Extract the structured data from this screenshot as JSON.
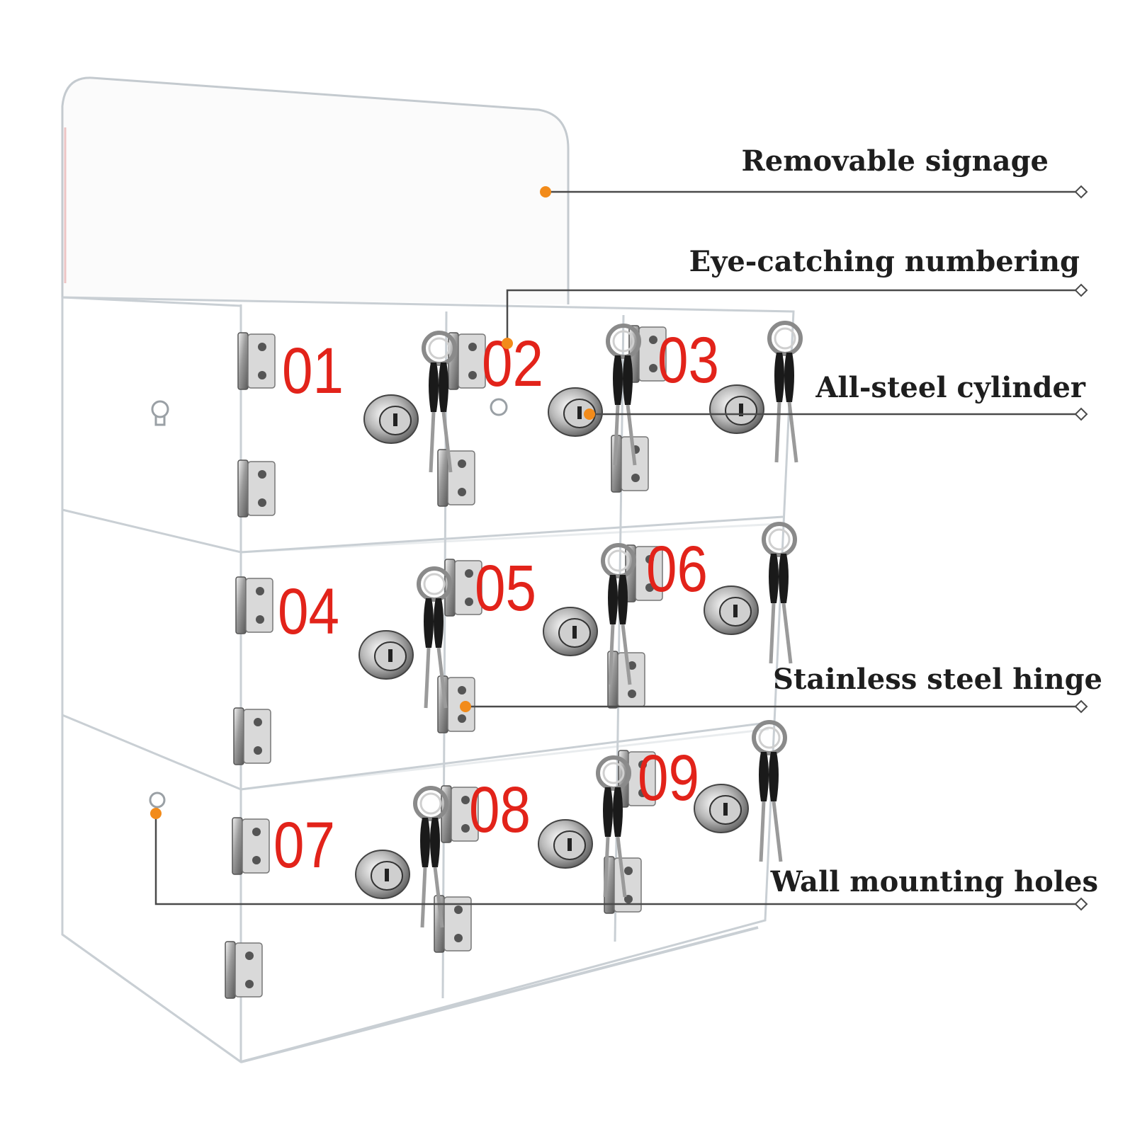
{
  "colors": {
    "marker": "#f28b1a",
    "leader_line": "#4a4a4a",
    "label_text": "#1e1e1e",
    "number_red": "#e2231a",
    "acrylic_edge": "#c9cfd4",
    "metal": "#9a9a9a"
  },
  "callouts": [
    {
      "label": "Removable signage"
    },
    {
      "label": "Eye-catching numbering"
    },
    {
      "label": "All-steel cylinder"
    },
    {
      "label": "Stainless steel hinge"
    },
    {
      "label": "Wall mounting holes"
    }
  ],
  "lockers": [
    {
      "number": "01"
    },
    {
      "number": "02"
    },
    {
      "number": "03"
    },
    {
      "number": "04"
    },
    {
      "number": "05"
    },
    {
      "number": "06"
    },
    {
      "number": "07"
    },
    {
      "number": "08"
    },
    {
      "number": "09"
    }
  ],
  "icons": {
    "hinge": "hinge-icon",
    "lock": "cam-lock-icon",
    "keys": "key-ring-icon",
    "mount_hole": "keyhole-mount-icon",
    "marker": "callout-dot-icon",
    "end": "diamond-end-icon"
  }
}
